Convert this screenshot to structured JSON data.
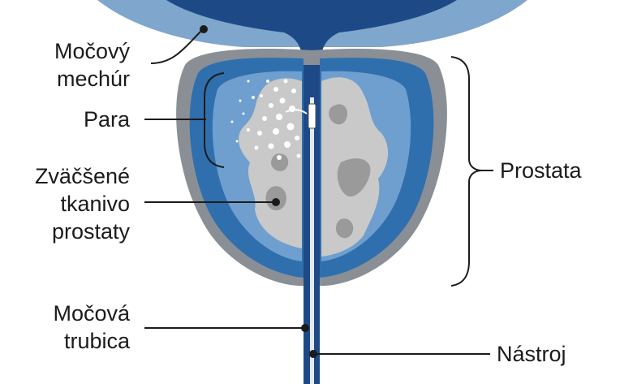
{
  "labels": {
    "bladder": [
      "Močový",
      "mechúr"
    ],
    "steam": "Para",
    "tissue": [
      "Zväčšené",
      "tkanivo",
      "prostaty"
    ],
    "prostate": "Prostata",
    "urethra": [
      "Močová",
      "trubica"
    ],
    "instrument": "Nástroj"
  },
  "colors": {
    "bladder_outer": "#7fa6cc",
    "bladder_inner": "#1d4a86",
    "prostate_capsule": "#8a8f96",
    "prostate_blue": "#2f6fae",
    "prostate_light": "#6e9fcf",
    "tissue": "#c9c9c9",
    "tissue_dark": "#9a9a9a",
    "urethra": "#1d4a86",
    "leader": "#1b1b1b"
  }
}
